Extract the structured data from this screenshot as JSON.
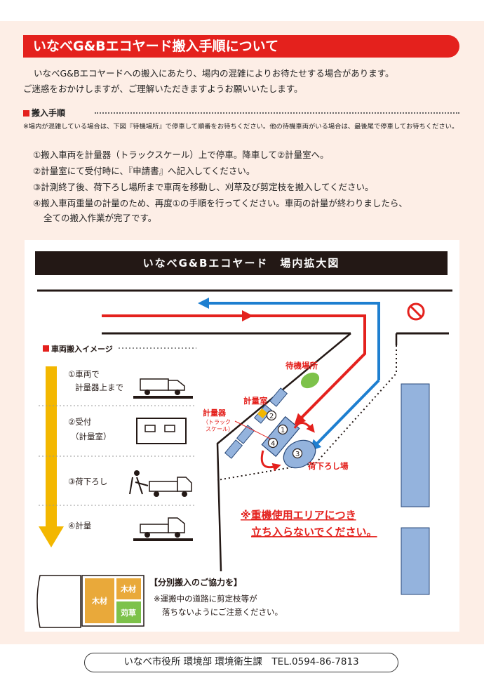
{
  "header": {
    "title": "いなべG&Bエコヤード搬入手順について"
  },
  "intro": {
    "line1": "いなべG&Bエコヤードへの搬入にあたり、場内の混雑によりお待たせする場合があります。",
    "line2": "ご迷惑をおかけしますが、ご理解いただきますようお願いいたします。"
  },
  "procedure": {
    "heading": "搬入手順",
    "note": "※場内が混雑している場合は、下図『待機場所』で停車して順番をお待ちください。他の待機車両がいる場合は、最後尾で停車してお待ちください。",
    "steps": [
      "①搬入車両を計量器（トラックスケール）上で停車。降車して②計量室へ。",
      "②計量室にて受付時に、『申請書』へ記入してください。",
      "③計測終了後、荷下ろし場所まで車両を移動し、刈草及び剪定枝を搬入してください。",
      "④搬入車両重量の計量のため、再度①の手順を行ってください。車両の計量が終わりましたら、",
      "全ての搬入作業が完了です。"
    ]
  },
  "map": {
    "title": "いなべG&Bエコヤード　場内拡大図",
    "vehicle_heading": "車両搬入イメージ",
    "flow": [
      {
        "line1": "①車両で",
        "line2": "計量器上まで"
      },
      {
        "line1": "②受付",
        "line2": "（計量室）"
      },
      {
        "line1": "③荷下ろし",
        "line2": ""
      },
      {
        "line1": "④計量",
        "line2": ""
      }
    ],
    "labels": {
      "waiting": "待機場所",
      "office": "計量室",
      "scale": "計量器",
      "scale_sub1": "（トラック",
      "scale_sub2": "スケール）",
      "unload": "荷下ろし場",
      "n1": "1",
      "n2": "2",
      "n3": "3",
      "n4": "4"
    },
    "warning": {
      "line1": "※重機使用エリアにつき",
      "line2": "立ち入らないでください。"
    },
    "sorting": {
      "title": "【分別搬入のご協力を】",
      "note1": "※運搬中の道路に剪定枝等が",
      "note2": "落ちないようにご注意ください。",
      "bed_wood_left": "木材",
      "bed_wood_right": "木材",
      "bed_grass": "苅草"
    },
    "colors": {
      "in_route": "#e4211d",
      "out_route": "#1e7fd0",
      "arrow": "#f3b700",
      "pad": "#94b3dd",
      "waiting": "#7dc24a"
    }
  },
  "footer": {
    "contact": "いなべ市役所 環境部 環境衛生課　TEL.0594-86-7813"
  }
}
